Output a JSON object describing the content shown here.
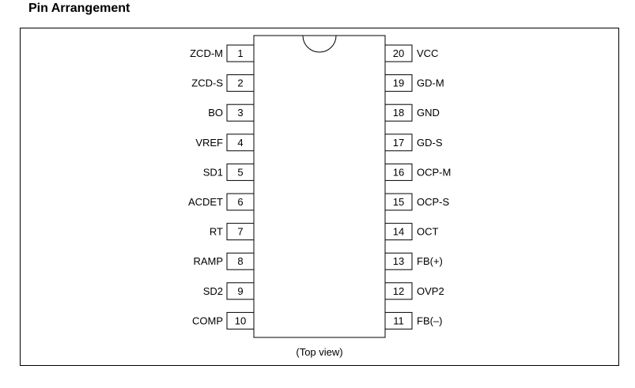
{
  "heading": "Pin Arrangement",
  "caption": "(Top view)",
  "left_pins": [
    {
      "number": "1",
      "name": "ZCD-M"
    },
    {
      "number": "2",
      "name": "ZCD-S"
    },
    {
      "number": "3",
      "name": "BO"
    },
    {
      "number": "4",
      "name": "VREF"
    },
    {
      "number": "5",
      "name": "SD1"
    },
    {
      "number": "6",
      "name": "ACDET"
    },
    {
      "number": "7",
      "name": "RT"
    },
    {
      "number": "8",
      "name": "RAMP"
    },
    {
      "number": "9",
      "name": "SD2"
    },
    {
      "number": "10",
      "name": "COMP"
    }
  ],
  "right_pins": [
    {
      "number": "20",
      "name": "VCC"
    },
    {
      "number": "19",
      "name": "GD-M"
    },
    {
      "number": "18",
      "name": "GND"
    },
    {
      "number": "17",
      "name": "GD-S"
    },
    {
      "number": "16",
      "name": "OCP-M"
    },
    {
      "number": "15",
      "name": "OCP-S"
    },
    {
      "number": "14",
      "name": "OCT"
    },
    {
      "number": "13",
      "name": "FB(+)"
    },
    {
      "number": "12",
      "name": "OVP2"
    },
    {
      "number": "11",
      "name": "FB(–)"
    }
  ]
}
